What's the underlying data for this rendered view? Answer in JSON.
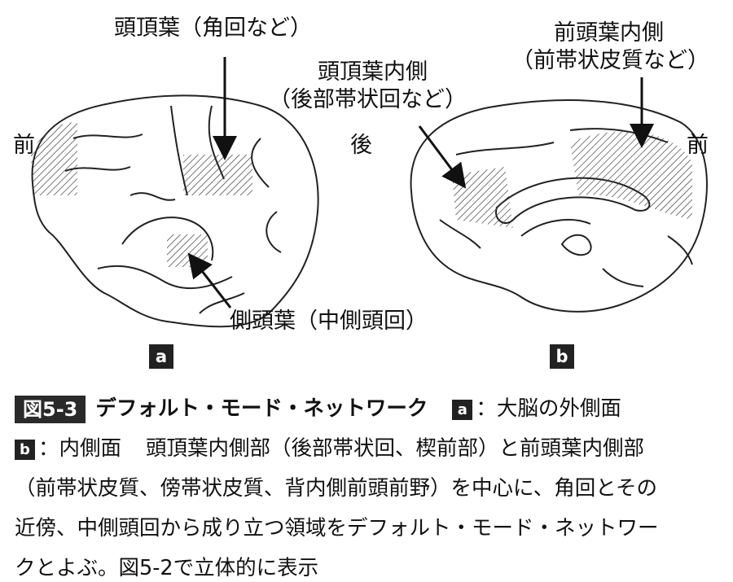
{
  "labels": {
    "parietal": "頭頂葉（角回など）",
    "medial_parietal_1": "頭頂葉内側",
    "medial_parietal_2": "（後部帯状回など）",
    "medial_frontal_1": "前頭葉内側",
    "medial_frontal_2": "（前帯状皮質など）",
    "temporal": "側頭葉（中側頭回）",
    "front_left": "前",
    "back_middle": "後",
    "front_right": "前",
    "panel_a": "a",
    "panel_b": "b"
  },
  "caption": {
    "fig_tag": "図5-3",
    "fig_title": "デフォルト・モード・ネットワーク",
    "a_mark": "a",
    "a_text": "：大脳の外側面",
    "b_mark": "b",
    "b_text": "：内側面",
    "line2_rest": "頭頂葉内側部（後部帯状回、楔前部）と前頭葉内側部",
    "line3": "（前帯状皮質、傍帯状皮質、背内側前頭前野）を中心に、角回とその",
    "line4": "近傍、中側頭回から成り立つ領域をデフォルト・モード・ネットワー",
    "line5": "クとよぶ。図5-2で立体的に表示"
  }
}
